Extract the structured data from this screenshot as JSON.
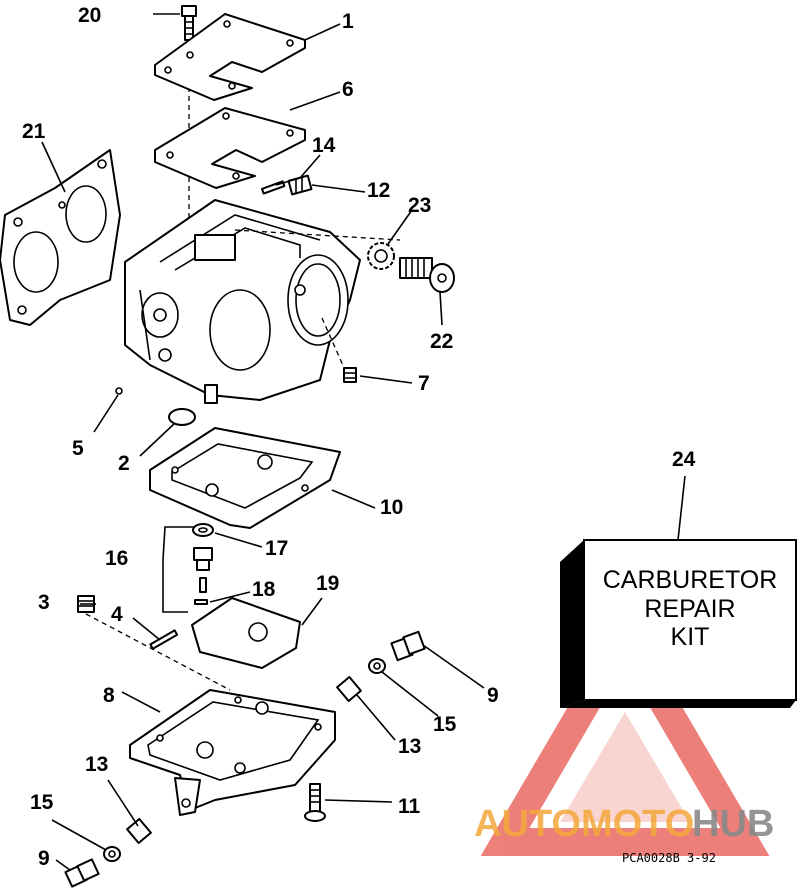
{
  "callouts": {
    "c1": "1",
    "c2": "2",
    "c3": "3",
    "c4": "4",
    "c5": "5",
    "c6": "6",
    "c7": "7",
    "c8": "8",
    "c9a": "9",
    "c9b": "9",
    "c10": "10",
    "c11": "11",
    "c12": "12",
    "c13a": "13",
    "c13b": "13",
    "c14": "14",
    "c15a": "15",
    "c15b": "15",
    "c16": "16",
    "c17": "17",
    "c18": "18",
    "c19": "19",
    "c20": "20",
    "c21": "21",
    "c22": "22",
    "c23": "23",
    "c24": "24"
  },
  "kit_box": {
    "line1": "CARBURETOR",
    "line2": "REPAIR",
    "line3": "KIT"
  },
  "drawing_code": "PCA0028B  3-92",
  "watermark": {
    "part1": "AUTOMOTO",
    "part2": "HUB"
  },
  "colors": {
    "watermark_red": "#e8554e",
    "watermark_orange": "#f4a83a",
    "watermark_gray": "#8a8a8a",
    "ink": "#000000"
  }
}
